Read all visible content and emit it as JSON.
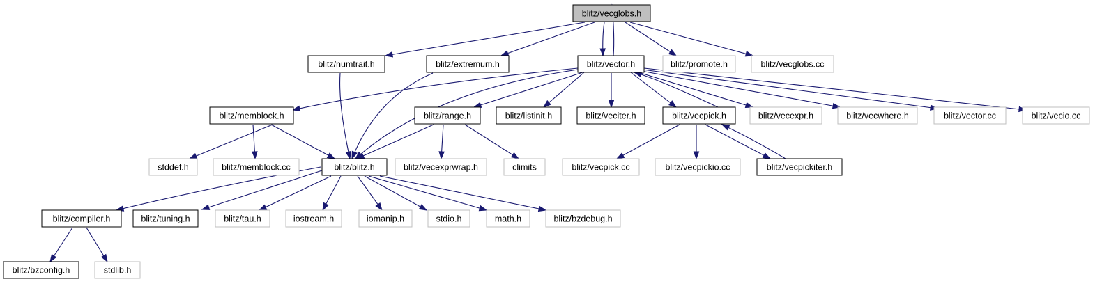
{
  "diagram": {
    "colors": {
      "edge": "#191970",
      "documented_border": "#000000",
      "undocumented_border": "#bfbfbf",
      "root_fill": "#bfbfbf"
    },
    "nodes": [
      {
        "id": "vecglobs_h",
        "label": "blitz/vecglobs.h",
        "kind": "root"
      },
      {
        "id": "numtrait_h",
        "label": "blitz/numtrait.h",
        "kind": "documented"
      },
      {
        "id": "extremum_h",
        "label": "blitz/extremum.h",
        "kind": "documented"
      },
      {
        "id": "vector_h",
        "label": "blitz/vector.h",
        "kind": "documented"
      },
      {
        "id": "promote_h",
        "label": "blitz/promote.h",
        "kind": "undocumented"
      },
      {
        "id": "vecglobs_cc",
        "label": "blitz/vecglobs.cc",
        "kind": "undocumented"
      },
      {
        "id": "memblock_h",
        "label": "blitz/memblock.h",
        "kind": "documented"
      },
      {
        "id": "range_h",
        "label": "blitz/range.h",
        "kind": "documented"
      },
      {
        "id": "listinit_h",
        "label": "blitz/listinit.h",
        "kind": "documented"
      },
      {
        "id": "veciter_h",
        "label": "blitz/veciter.h",
        "kind": "documented"
      },
      {
        "id": "vecpick_h",
        "label": "blitz/vecpick.h",
        "kind": "documented"
      },
      {
        "id": "vecexpr_h",
        "label": "blitz/vecexpr.h",
        "kind": "undocumented"
      },
      {
        "id": "vecwhere_h",
        "label": "blitz/vecwhere.h",
        "kind": "undocumented"
      },
      {
        "id": "vector_cc",
        "label": "blitz/vector.cc",
        "kind": "undocumented"
      },
      {
        "id": "vecio_cc",
        "label": "blitz/vecio.cc",
        "kind": "undocumented"
      },
      {
        "id": "stddef_h",
        "label": "stddef.h",
        "kind": "undocumented"
      },
      {
        "id": "memblock_cc",
        "label": "blitz/memblock.cc",
        "kind": "undocumented"
      },
      {
        "id": "blitz_h",
        "label": "blitz/blitz.h",
        "kind": "documented"
      },
      {
        "id": "vecexprwrap_h",
        "label": "blitz/vecexprwrap.h",
        "kind": "undocumented"
      },
      {
        "id": "climits",
        "label": "climits",
        "kind": "undocumented"
      },
      {
        "id": "vecpick_cc",
        "label": "blitz/vecpick.cc",
        "kind": "undocumented"
      },
      {
        "id": "vecpickio_cc",
        "label": "blitz/vecpickio.cc",
        "kind": "undocumented"
      },
      {
        "id": "vecpickiter_h",
        "label": "blitz/vecpickiter.h",
        "kind": "documented"
      },
      {
        "id": "compiler_h",
        "label": "blitz/compiler.h",
        "kind": "documented"
      },
      {
        "id": "tuning_h",
        "label": "blitz/tuning.h",
        "kind": "documented"
      },
      {
        "id": "tau_h",
        "label": "blitz/tau.h",
        "kind": "undocumented"
      },
      {
        "id": "iostream_h",
        "label": "iostream.h",
        "kind": "undocumented"
      },
      {
        "id": "iomanip_h",
        "label": "iomanip.h",
        "kind": "undocumented"
      },
      {
        "id": "stdio_h",
        "label": "stdio.h",
        "kind": "undocumented"
      },
      {
        "id": "math_h",
        "label": "math.h",
        "kind": "undocumented"
      },
      {
        "id": "bzdebug_h",
        "label": "blitz/bzdebug.h",
        "kind": "undocumented"
      },
      {
        "id": "bzconfig_h",
        "label": "blitz/bzconfig.h",
        "kind": "documented"
      },
      {
        "id": "stdlib_h",
        "label": "stdlib.h",
        "kind": "undocumented"
      }
    ],
    "edges": [
      {
        "from": "vecglobs_h",
        "to": "numtrait_h"
      },
      {
        "from": "vecglobs_h",
        "to": "extremum_h"
      },
      {
        "from": "vecglobs_h",
        "to": "vector_h"
      },
      {
        "from": "vecglobs_h",
        "to": "promote_h"
      },
      {
        "from": "vecglobs_h",
        "to": "vecglobs_cc"
      },
      {
        "from": "vector_h",
        "to": "vecglobs_h"
      },
      {
        "from": "numtrait_h",
        "to": "blitz_h"
      },
      {
        "from": "extremum_h",
        "to": "blitz_h"
      },
      {
        "from": "vector_h",
        "to": "memblock_h"
      },
      {
        "from": "vector_h",
        "to": "blitz_h"
      },
      {
        "from": "vector_h",
        "to": "range_h"
      },
      {
        "from": "vector_h",
        "to": "listinit_h"
      },
      {
        "from": "vector_h",
        "to": "veciter_h"
      },
      {
        "from": "vector_h",
        "to": "vecpick_h"
      },
      {
        "from": "vector_h",
        "to": "vecexpr_h"
      },
      {
        "from": "vector_h",
        "to": "vecwhere_h"
      },
      {
        "from": "vector_h",
        "to": "vector_cc"
      },
      {
        "from": "vector_h",
        "to": "vecio_cc"
      },
      {
        "from": "vecpick_h",
        "to": "vector_h"
      },
      {
        "from": "memblock_h",
        "to": "stddef_h"
      },
      {
        "from": "memblock_h",
        "to": "memblock_cc"
      },
      {
        "from": "memblock_h",
        "to": "blitz_h"
      },
      {
        "from": "range_h",
        "to": "blitz_h"
      },
      {
        "from": "range_h",
        "to": "vecexprwrap_h"
      },
      {
        "from": "range_h",
        "to": "climits"
      },
      {
        "from": "vecpick_h",
        "to": "vecpick_cc"
      },
      {
        "from": "vecpick_h",
        "to": "vecpickio_cc"
      },
      {
        "from": "vecpick_h",
        "to": "vecpickiter_h"
      },
      {
        "from": "vecpickiter_h",
        "to": "vecpick_h"
      },
      {
        "from": "blitz_h",
        "to": "compiler_h"
      },
      {
        "from": "blitz_h",
        "to": "tuning_h"
      },
      {
        "from": "blitz_h",
        "to": "tau_h"
      },
      {
        "from": "blitz_h",
        "to": "iostream_h"
      },
      {
        "from": "blitz_h",
        "to": "iomanip_h"
      },
      {
        "from": "blitz_h",
        "to": "stdio_h"
      },
      {
        "from": "blitz_h",
        "to": "math_h"
      },
      {
        "from": "blitz_h",
        "to": "bzdebug_h"
      },
      {
        "from": "compiler_h",
        "to": "bzconfig_h"
      },
      {
        "from": "compiler_h",
        "to": "stdlib_h"
      }
    ]
  }
}
